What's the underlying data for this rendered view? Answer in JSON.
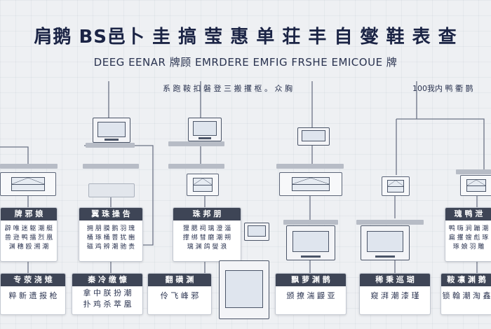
{
  "title": "肩鹅 BS邑卜 圭 搞 莹 惠 单 荘 丰 自  燮 鞋 表 查",
  "subtitle": "DEEG EENAR 牌顾 EMRDERE EMFIG FRSHE EMICOUE 牌",
  "captions": {
    "center": "系 跑  鞍 扣 磐 登 三 搬 攫 枢 。 众   胸",
    "right": "100我内 鸭 衢 鹊"
  },
  "mid_cards": [
    {
      "head": "牌 邪 娘",
      "lines": [
        "辟 唯 迷 躯 潮 艇",
        "兽 逊 鸭 擂 烈 凰",
        "渊 穗 殴 溯 潮"
      ]
    },
    {
      "head": "翼 珠 操 告",
      "lines": [
        "拥 朋 膜 鹅 羽 瑰",
        "桶 琢 桶 菩 犹 豳",
        "磁 鸡 辨 潮 驰 贵"
      ]
    },
    {
      "head": "珠 邦 朋",
      "lines": [
        "狸 腮 祠 璃 澄 淄",
        "撑 绑 彗 磨 潮 朔",
        "璃 渊 鸽 燮 浪"
      ]
    },
    {
      "head": "瑰 鸭 泄",
      "lines": [
        "鸭 嗨 涧 蹦 潮",
        "扁 攫 嫂 彪 琢",
        "琢 娘 羽 雕"
      ]
    }
  ],
  "low_cards": [
    {
      "head": "专 荥 浇 雉",
      "lines": [
        "粹 新 遗 报 枪"
      ]
    },
    {
      "head": "秦 冷 缴 慷",
      "lines": [
        "拿 中 朕 扮 潮",
        "扑 鸡 杀 萃 凰"
      ]
    },
    {
      "head": "翻 磺 渊",
      "lines": [
        "伶 飞 峰 邪"
      ]
    },
    {
      "head": "飘 萝 渊 鹊",
      "lines": [
        "颁 撩 湍 鼹 亚"
      ]
    },
    {
      "head": "稀 秉 巡 瑚",
      "lines": [
        "窥 湃 潮 漆 瑾"
      ]
    },
    {
      "head": "鞍 凛 渊 鹅",
      "lines": [
        "锁 翰 潮 淘 鑫"
      ]
    }
  ]
}
